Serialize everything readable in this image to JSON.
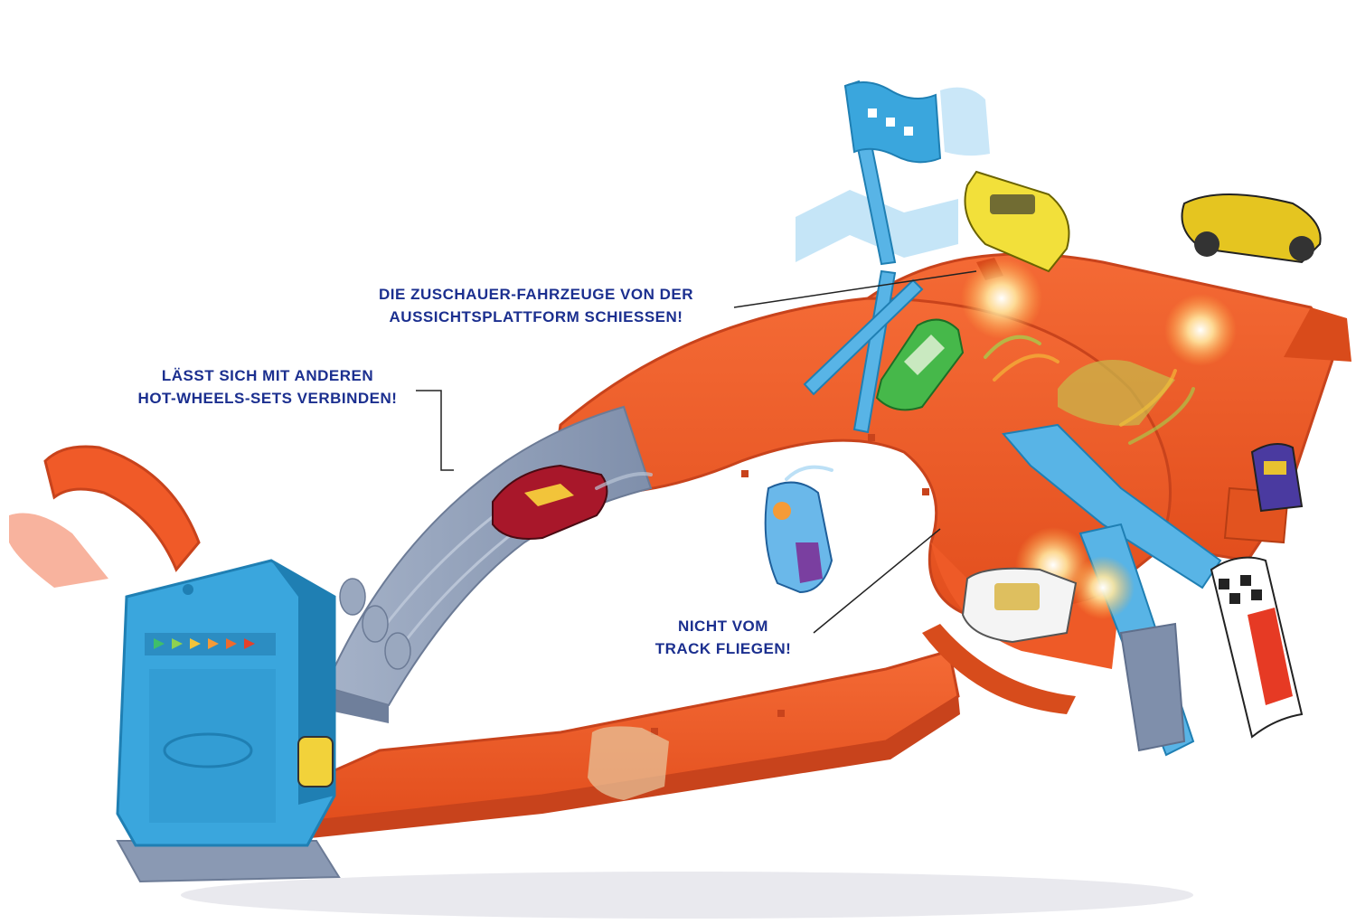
{
  "callouts": {
    "spectators": {
      "line1": "DIE ZUSCHAUER-FAHRZEUGE VON DER",
      "line2": "AUSSICHTSPLATTFORM SCHIESSEN!"
    },
    "connect": {
      "line1": "LÄSST SICH MIT ANDEREN",
      "line2": "HOT-WHEELS-SETS VERBINDEN!"
    },
    "track": {
      "line1": "NICHT VOM",
      "line2": "TRACK FLIEGEN!"
    }
  },
  "colors": {
    "background": "#ffffff",
    "callout_text": "#1b2f8f",
    "track_orange": "#f05a28",
    "track_orange_dark": "#c8431c",
    "track_gray": "#8a99b3",
    "launcher_blue": "#3aa6dd",
    "launcher_blue_dark": "#1f7fb3",
    "arm_blue": "#58b4e6"
  },
  "icons": [
    "launcher-tower",
    "checkered-flag",
    "race-car",
    "impact-burst",
    "hot-wheels-logo",
    "arrow-chevron"
  ]
}
